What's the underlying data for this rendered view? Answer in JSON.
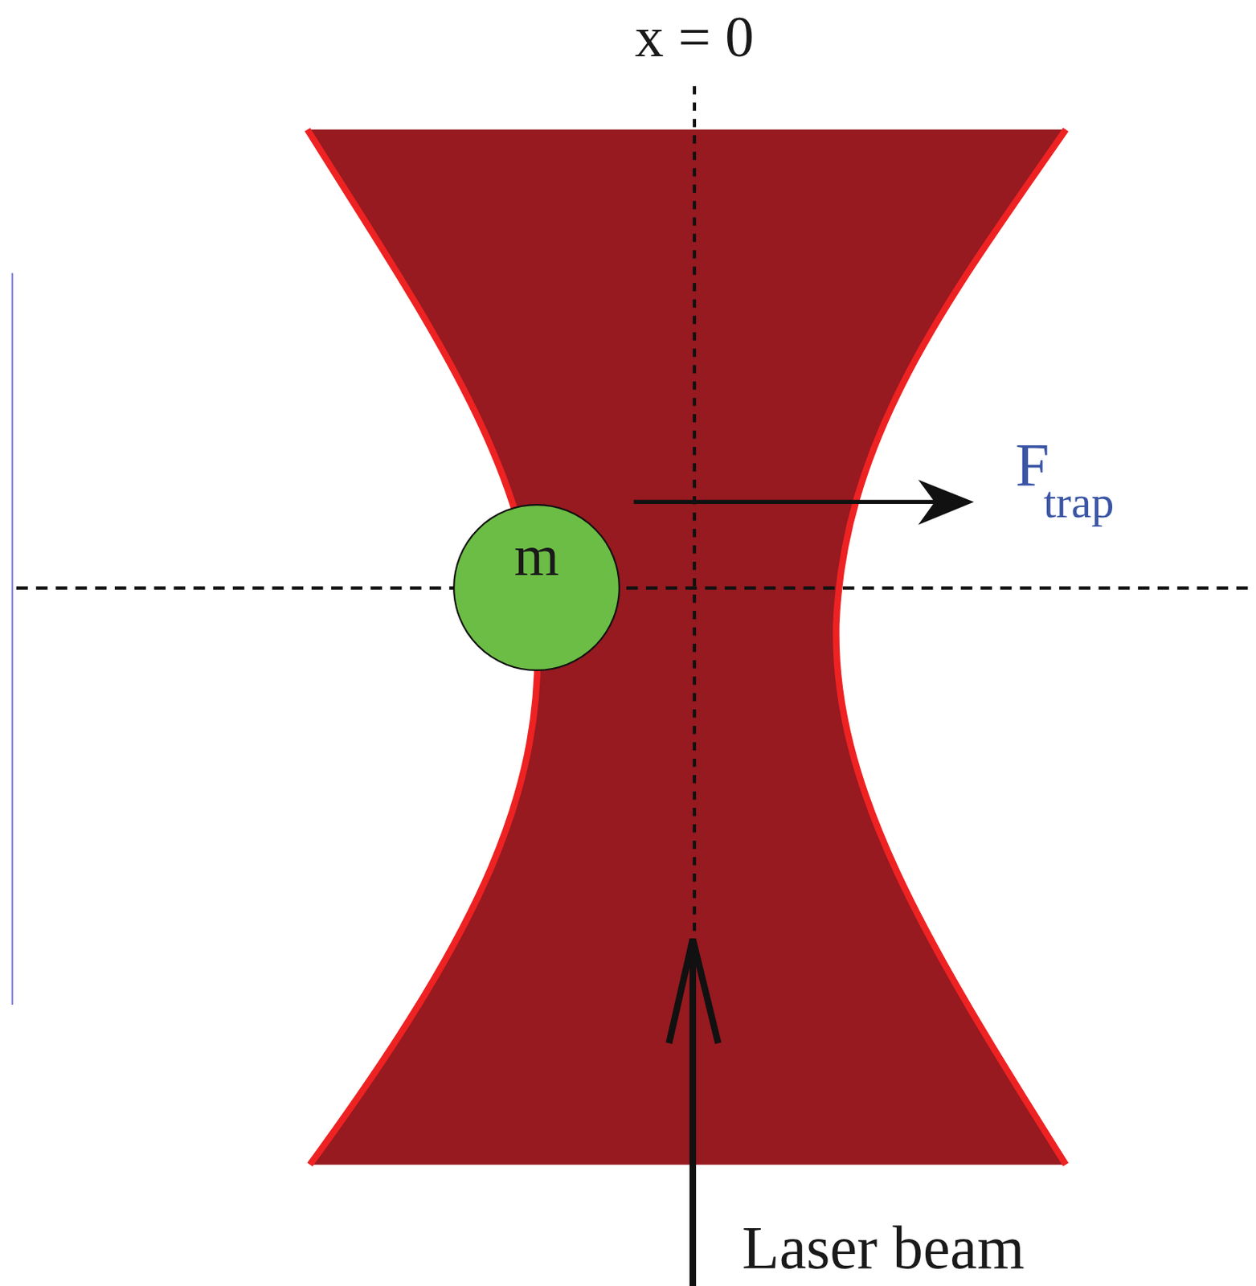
{
  "diagram": {
    "nodes": [
      {
        "text": [
          "m"
        ]
      }
    ],
    "labels": [
      "x = 0",
      "F",
      "trap",
      "Laser beam"
    ]
  }
}
